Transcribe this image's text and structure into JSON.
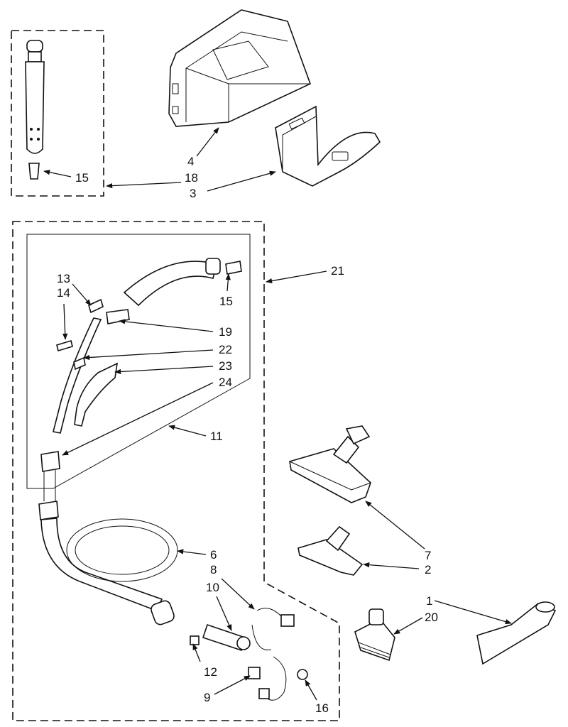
{
  "callouts": {
    "c1": "1",
    "c2": "2",
    "c3": "3",
    "c4": "4",
    "c6": "6",
    "c7": "7",
    "c8": "8",
    "c9": "9",
    "c10": "10",
    "c11": "11",
    "c12": "12",
    "c13": "13",
    "c14": "14",
    "c15a": "15",
    "c15b": "15",
    "c16": "16",
    "c18": "18",
    "c19": "19",
    "c20": "20",
    "c21": "21",
    "c22": "22",
    "c23": "23",
    "c24": "24"
  }
}
